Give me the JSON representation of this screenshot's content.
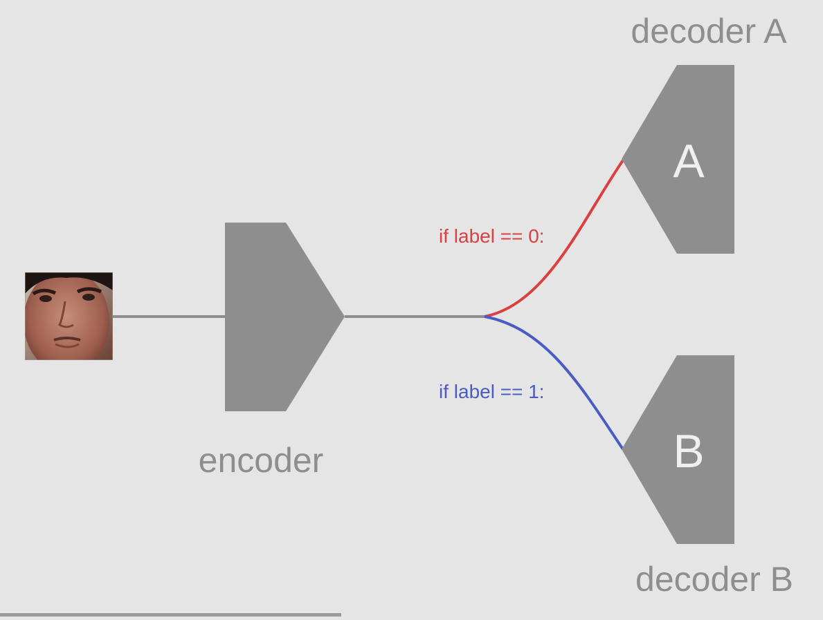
{
  "diagram": {
    "encoder_label": "encoder",
    "decoder_a_title": "decoder A",
    "decoder_b_title": "decoder B",
    "decoder_a_letter": "A",
    "decoder_b_letter": "B",
    "condition_a": "if label == 0:",
    "condition_b": "if label == 1:"
  },
  "colors": {
    "background": "#e5e5e5",
    "block": "#8e8e8e",
    "connector": "#8e8e8e",
    "branch_a": "#db4040",
    "branch_b": "#4a5cc4",
    "letter": "#f0f0f0"
  },
  "icons": {
    "input_image": "face-photo-thumbnail"
  }
}
